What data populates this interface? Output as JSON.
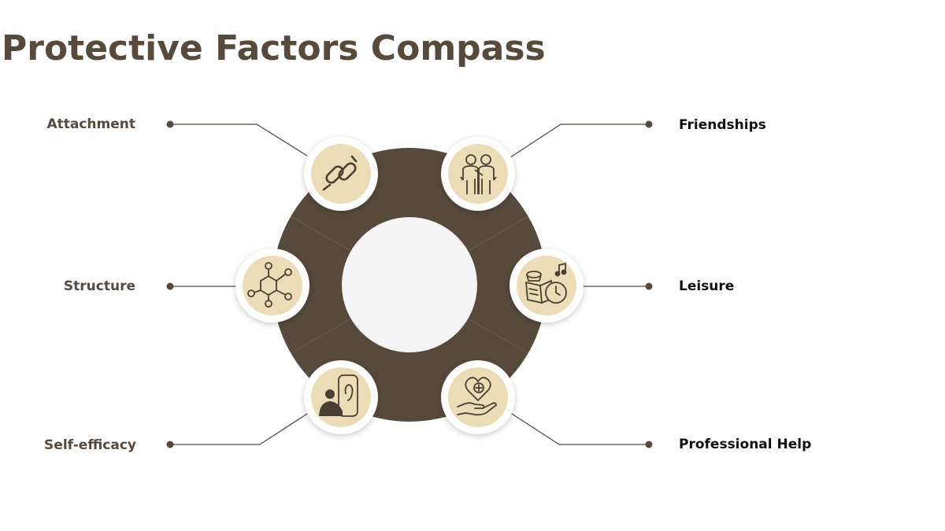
{
  "title": "Protective Factors Compass",
  "colors": {
    "title": "#574a3b",
    "ring": "#574a3b",
    "hub": "#f4f4f4",
    "icon_fill": "#ecdcb5",
    "icon_stroke": "#4a3f33",
    "left_label": "#574a3b",
    "right_label": "#111111"
  },
  "factors": [
    {
      "label": "Attachment",
      "icon": "chain-link-icon",
      "side": "left"
    },
    {
      "label": "Friendships",
      "icon": "two-friends-icon",
      "side": "right"
    },
    {
      "label": "Structure",
      "icon": "molecule-network-icon",
      "side": "left"
    },
    {
      "label": "Leisure",
      "icon": "leisure-clock-book-music-icon",
      "side": "right"
    },
    {
      "label": "Self-efficacy",
      "icon": "person-mirror-icon",
      "side": "left"
    },
    {
      "label": "Professional Help",
      "icon": "hand-heart-medical-icon",
      "side": "right"
    }
  ]
}
